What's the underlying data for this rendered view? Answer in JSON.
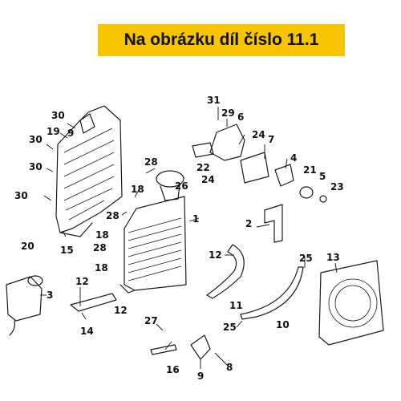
{
  "banner": {
    "text": "Na obrázku díl číslo 11.1"
  },
  "labels": [
    "30",
    "19",
    "9",
    "30",
    "30",
    "30",
    "15",
    "20",
    "31",
    "29",
    "6",
    "24",
    "7",
    "22",
    "24",
    "26",
    "4",
    "21",
    "5",
    "23",
    "28",
    "18",
    "28",
    "1",
    "18",
    "28",
    "18",
    "2",
    "12",
    "13",
    "25",
    "11",
    "10",
    "25",
    "3",
    "12",
    "12",
    "14",
    "27",
    "16",
    "9",
    "8"
  ]
}
